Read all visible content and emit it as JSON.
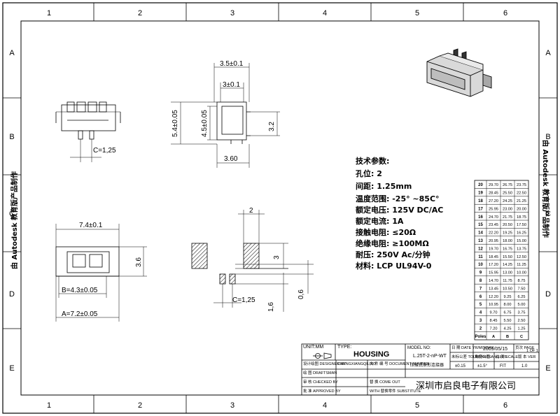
{
  "border": {
    "columns": [
      "1",
      "2",
      "3",
      "4",
      "5",
      "6"
    ],
    "rows": [
      "A",
      "B",
      "C",
      "D",
      "E"
    ],
    "side_text": "由 Autodesk 教育版产品制作"
  },
  "dimensions": {
    "top_c": "C=1,25",
    "w35": "3.5±0.1",
    "w3": "3±0.1",
    "h54": "5.4±0.05",
    "h45": "4.5±0.05",
    "h32": "3.2",
    "w360": "3.60",
    "w74": "7.4±0.1",
    "b43": "B=4.3±0.05",
    "a72": "A=7.2±0.05",
    "h36": "3.6",
    "fp2": "2",
    "fp3": "3",
    "fp_c": "C=1,25",
    "fp16": "1,6",
    "fp06": "0,6"
  },
  "specs": [
    "技术参数:",
    "孔位: 2",
    "间距: 1.25mm",
    "温度范围: -25° ~85C°",
    "额定电压: 125V DC/AC",
    "额定电流: 1A",
    "接触电阻: ≤20Ω",
    "绝缘电阻: ≥100MΩ",
    "耐压: 250V  Ac/分钟",
    "材料: LCP   UL94V-0"
  ],
  "dim_table": {
    "header": [
      "Poles",
      "A",
      "B",
      "C"
    ],
    "rows": [
      [
        "20",
        "29.70",
        "26.75",
        "23.75"
      ],
      [
        "19",
        "28.45",
        "25.50",
        "22.50"
      ],
      [
        "18",
        "27.20",
        "24.25",
        "21.25"
      ],
      [
        "17",
        "25.95",
        "23.00",
        "20.00"
      ],
      [
        "16",
        "24.70",
        "21.75",
        "18.75"
      ],
      [
        "15",
        "23.45",
        "20.50",
        "17.50"
      ],
      [
        "14",
        "22.20",
        "19.25",
        "16.25"
      ],
      [
        "13",
        "20.95",
        "18.00",
        "15.00"
      ],
      [
        "12",
        "19.70",
        "16.75",
        "13.75"
      ],
      [
        "11",
        "18.45",
        "15.50",
        "12.50"
      ],
      [
        "10",
        "17.20",
        "14.25",
        "11.25"
      ],
      [
        "9",
        "15.95",
        "13.00",
        "10.00"
      ],
      [
        "8",
        "14.70",
        "11.75",
        "8.75"
      ],
      [
        "7",
        "13.45",
        "10.50",
        "7.50"
      ],
      [
        "6",
        "12.20",
        "9.25",
        "6.25"
      ],
      [
        "5",
        "10.95",
        "8.00",
        "5.00"
      ],
      [
        "4",
        "9.70",
        "6.75",
        "3.75"
      ],
      [
        "3",
        "8.45",
        "5.50",
        "2.50"
      ],
      [
        "2",
        "7.20",
        "4.25",
        "1.25"
      ]
    ]
  },
  "title_block": {
    "unit": "UNIT:MM",
    "type_label": "TYPE:",
    "type_value": "HOUSING",
    "model_label": "MODEL NO:",
    "model_value": "L.25T-2-nP-WT",
    "product_name": "压接式条形连接器",
    "date_label": "日 期 DATE YR/MO/DAY",
    "date_value": "2009/05/15",
    "page_label": "页次 PAGE",
    "page_value": "1 OF 1",
    "tol_label": "未标公差 TOLERANCE",
    "angle_label": "角度公差 ANGLES",
    "scale_label": "比 例 SCALE",
    "ver_label": "版 本 VER",
    "tol_value": "±0.15",
    "angle_value": "±1.5°",
    "scale_value": "FIT",
    "ver_value": "1.0",
    "designer_label": "设计绘图 DESIGNER BY",
    "designer_value": "CHENGXIANGQILIAO",
    "draftsman_label": "绘 图 DRAFTSMAN",
    "checked_label": "审 核 CHECKED BY",
    "approved_label": "批 准 APPROVED BY",
    "doc_label": "文 件 编 号 DOCUMENT NUMBER",
    "come_label": "替 换 COME OUT",
    "with_label": "WITH 替换零件 SUBSTITUTE",
    "company": "深圳市启良电子有限公司"
  }
}
